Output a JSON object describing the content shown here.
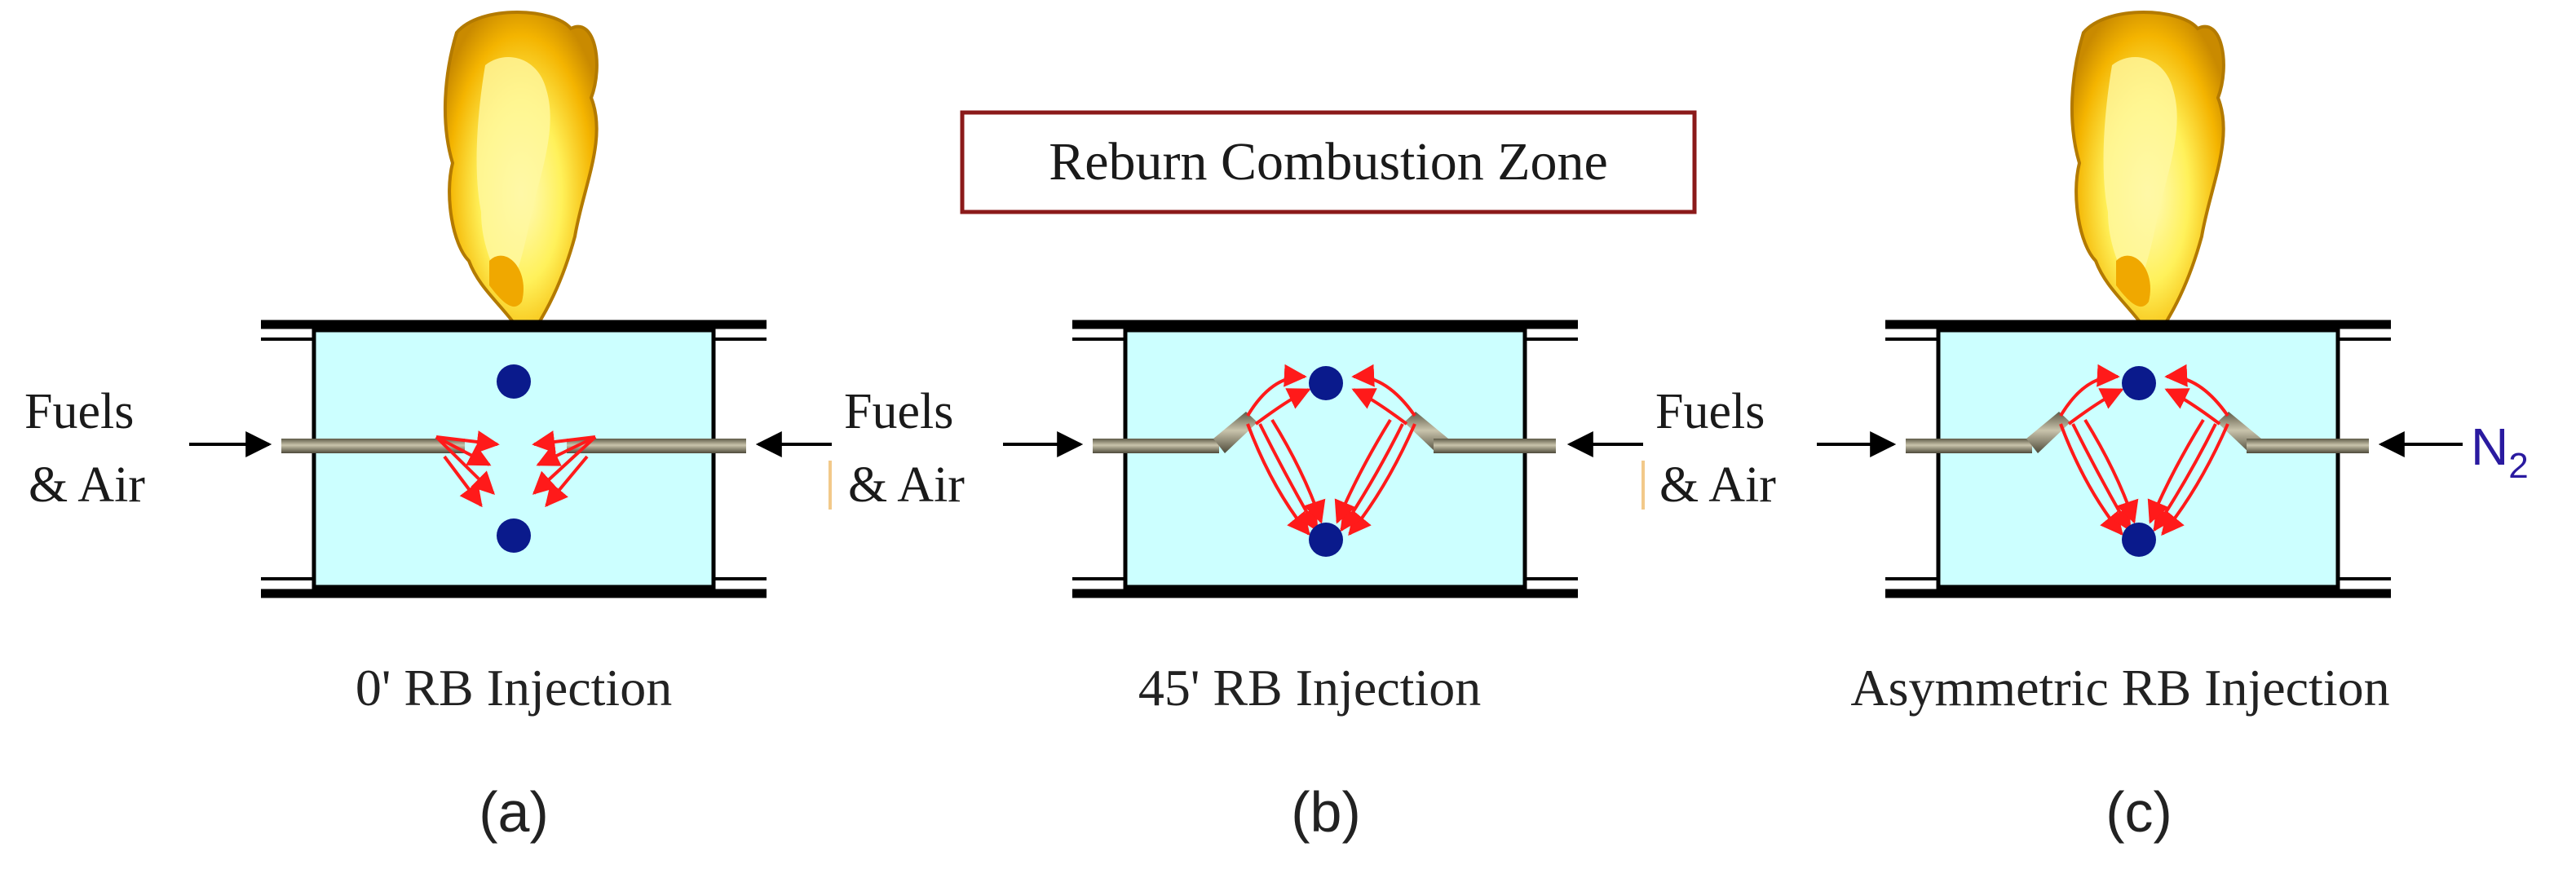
{
  "title": "Reburn Combustion Zone",
  "panels": [
    {
      "caption": "0' RB Injection",
      "letter": "(a)",
      "left_label_line1": "Fuels",
      "left_label_line2": "& Air",
      "nozzle_angle_deg": 0,
      "has_flame": true
    },
    {
      "caption": "45' RB Injection",
      "letter": "(b)",
      "left_label_line1": "Fuels",
      "left_label_line2": "& Air",
      "nozzle_angle_deg": 45,
      "has_flame": false
    },
    {
      "caption": "Asymmetric RB Injection",
      "letter": "(c)",
      "left_label_line1": "Fuels",
      "left_label_line2": "& Air",
      "right_label": "N",
      "right_label_subscript": "2",
      "nozzle_angle_deg": 45,
      "has_flame": true
    }
  ],
  "colors": {
    "chamber_fill": "#ccffff",
    "wall": "#000000",
    "title_border": "#8b1a1a",
    "flow_arrows": "#ff1a1a",
    "probe_dot": "#0a1a8c",
    "nozzle": "#8a8570",
    "flame_outer": "#f4b400",
    "flame_inner": "#fff15a",
    "n2_label": "#2a1aa0"
  },
  "icons": [
    "flame-icon",
    "injector-nozzle-icon",
    "flow-arrow-icon",
    "probe-dot-icon"
  ]
}
